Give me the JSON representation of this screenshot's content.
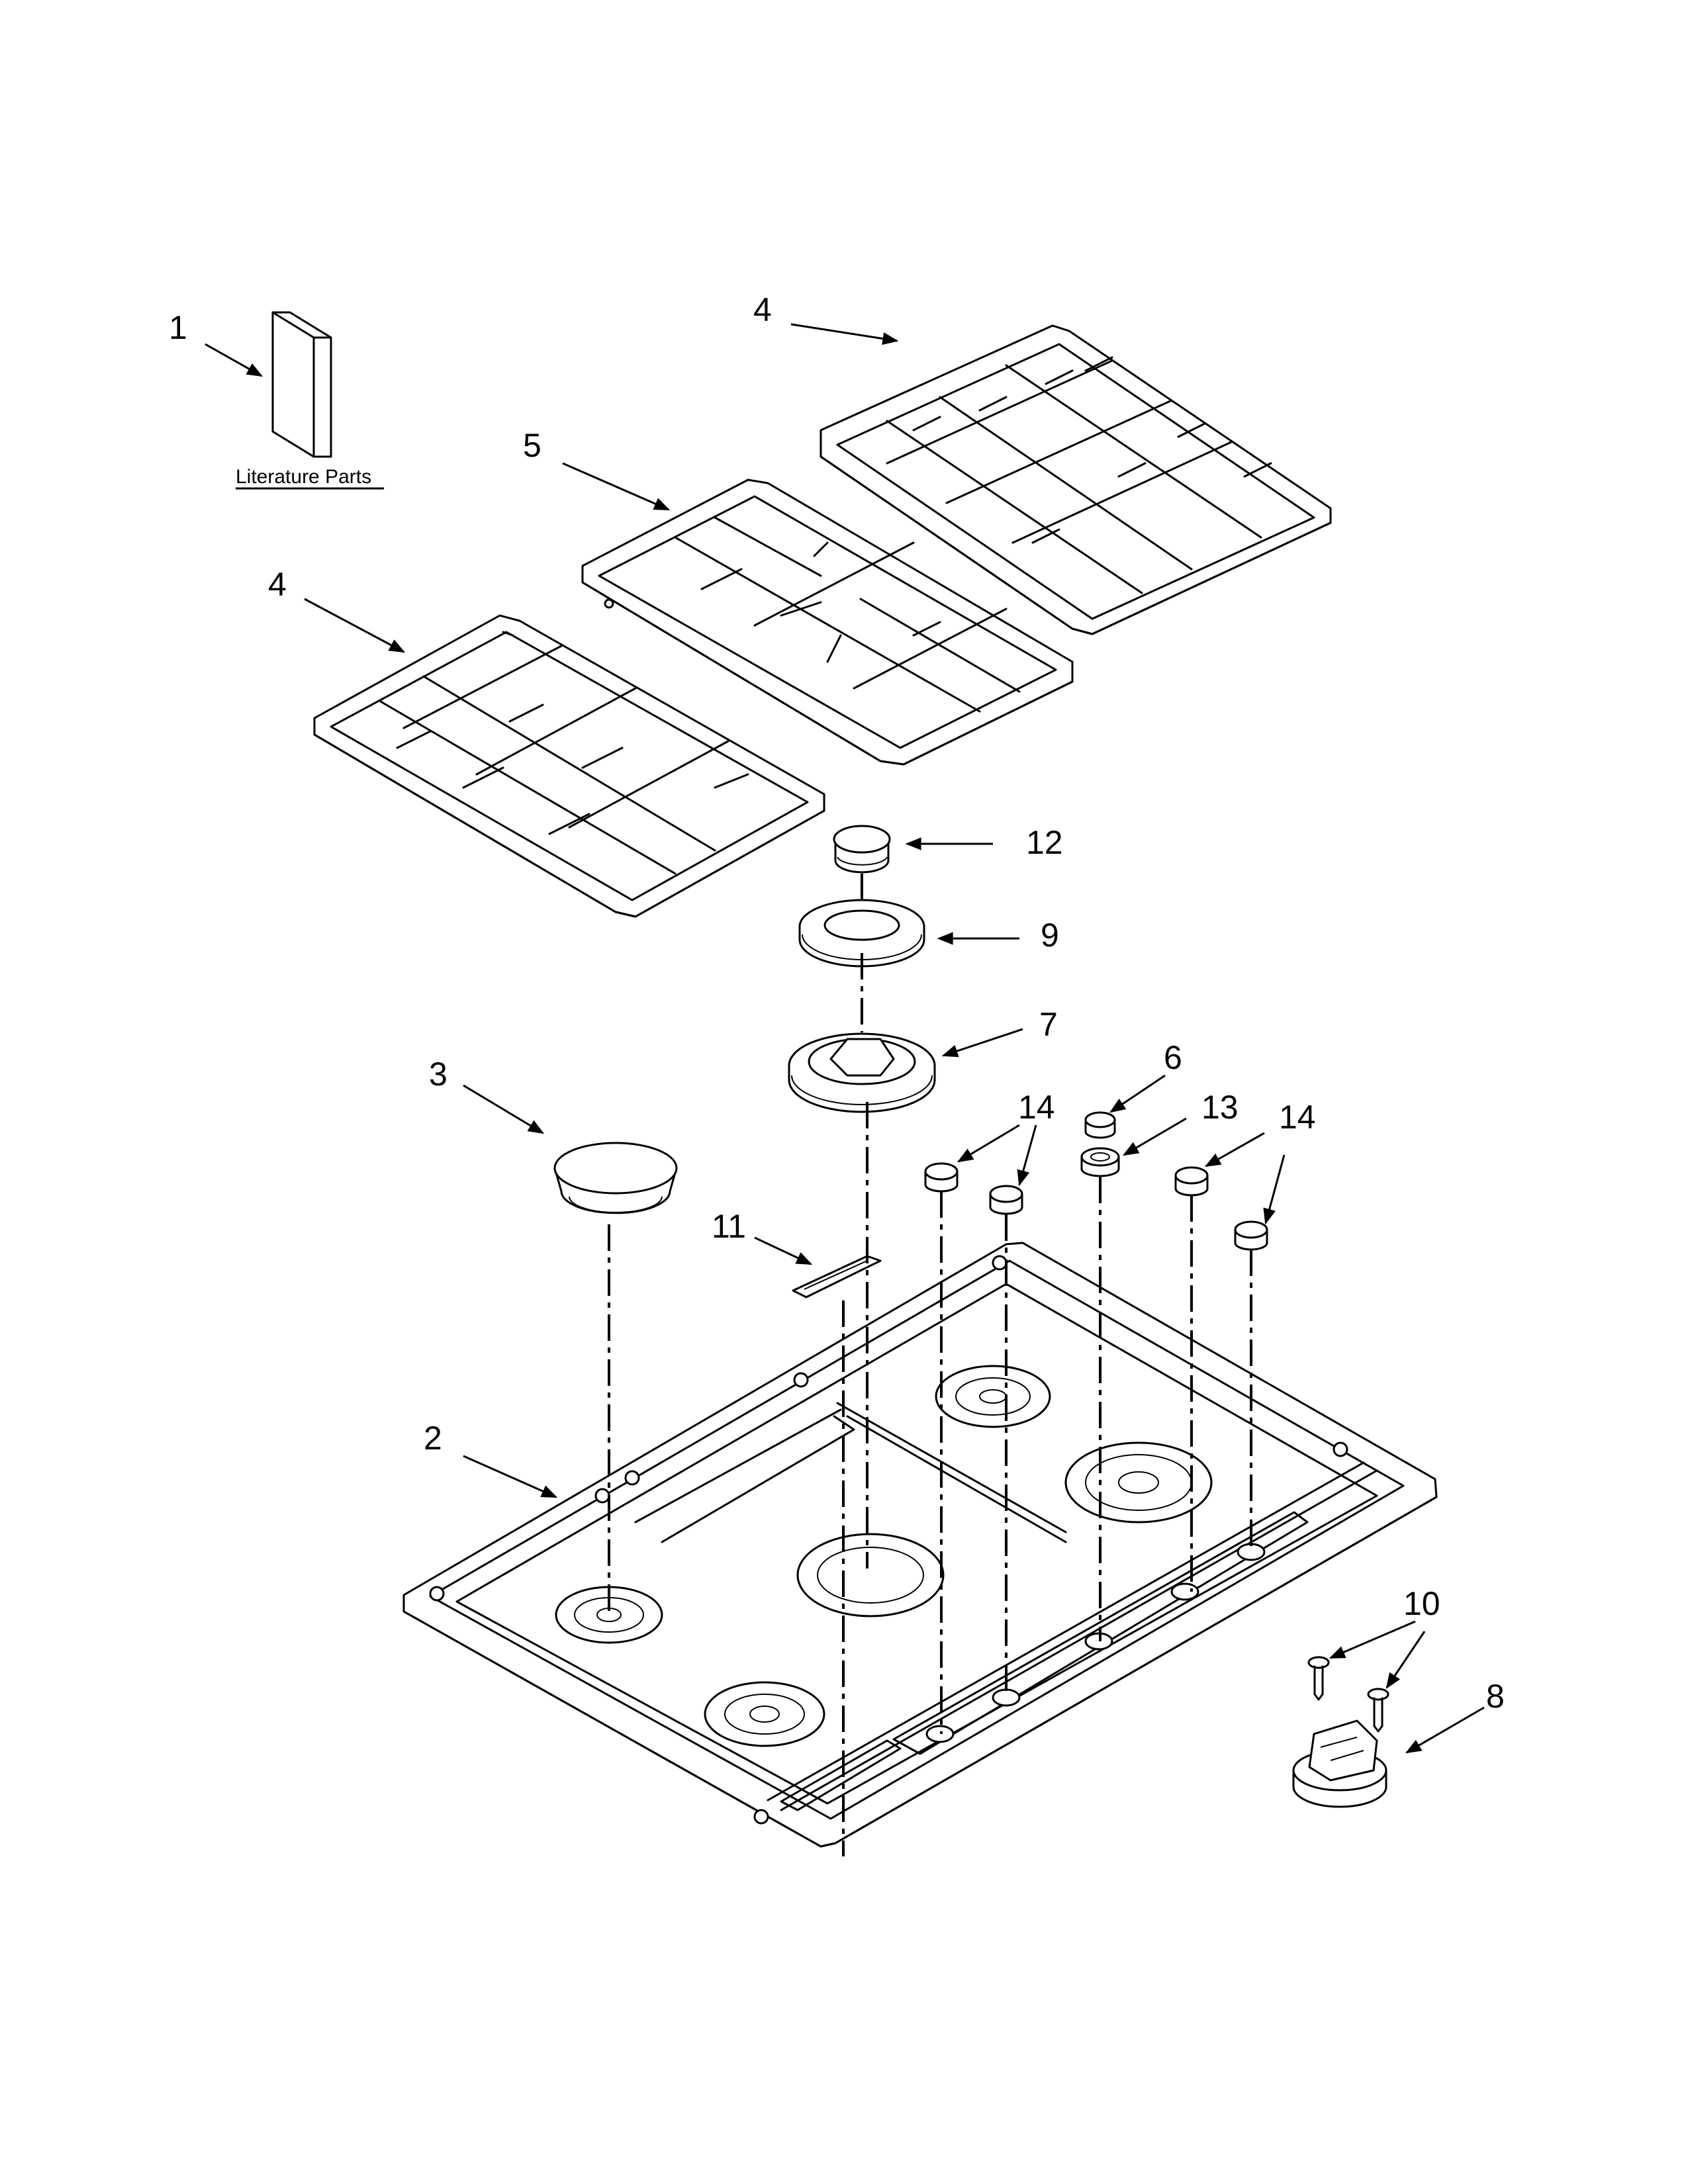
{
  "literature_label": "Literature Parts",
  "callouts": {
    "c1": "1",
    "c2": "2",
    "c3": "3",
    "c4a": "4",
    "c4b": "4",
    "c5": "5",
    "c6": "6",
    "c7": "7",
    "c8": "8",
    "c9": "9",
    "c10": "10",
    "c11": "11",
    "c12": "12",
    "c13": "13",
    "c14a": "14",
    "c14b": "14"
  },
  "colors": {
    "line": "#000000",
    "background": "#ffffff"
  }
}
